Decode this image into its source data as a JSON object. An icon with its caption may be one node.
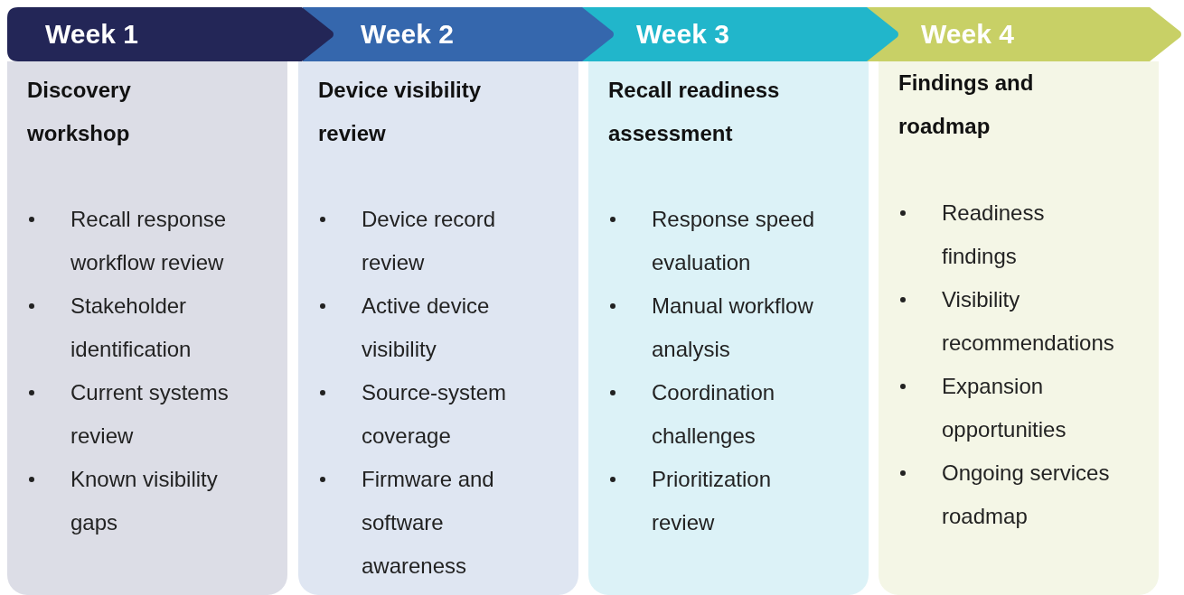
{
  "diagram": {
    "nodes": [
      {
        "text": [
          "Week 1"
        ]
      },
      {
        "text": [
          "Week 2"
        ]
      },
      {
        "text": [
          "Week 3"
        ]
      },
      {
        "text": [
          "Week 4"
        ]
      },
      {
        "text": [
          "Discovery workshop",
          "Recall response workflow review",
          "Stakeholder identification",
          "Current systems review",
          "Known visibility gaps"
        ]
      },
      {
        "text": [
          "Device visibility review",
          "Device record review",
          "Active device visibility",
          "Source-system coverage",
          "Firmware and software awareness"
        ]
      },
      {
        "text": [
          "Recall readiness assessment",
          "Response speed evaluation",
          "Manual workflow analysis",
          "Coordination challenges",
          "Prioritization review"
        ]
      },
      {
        "text": [
          "Findings and roadmap",
          "Readiness findings",
          "Visibility recommendations",
          "Expansion opportunities",
          "Ongoing services roadmap"
        ]
      }
    ]
  }
}
